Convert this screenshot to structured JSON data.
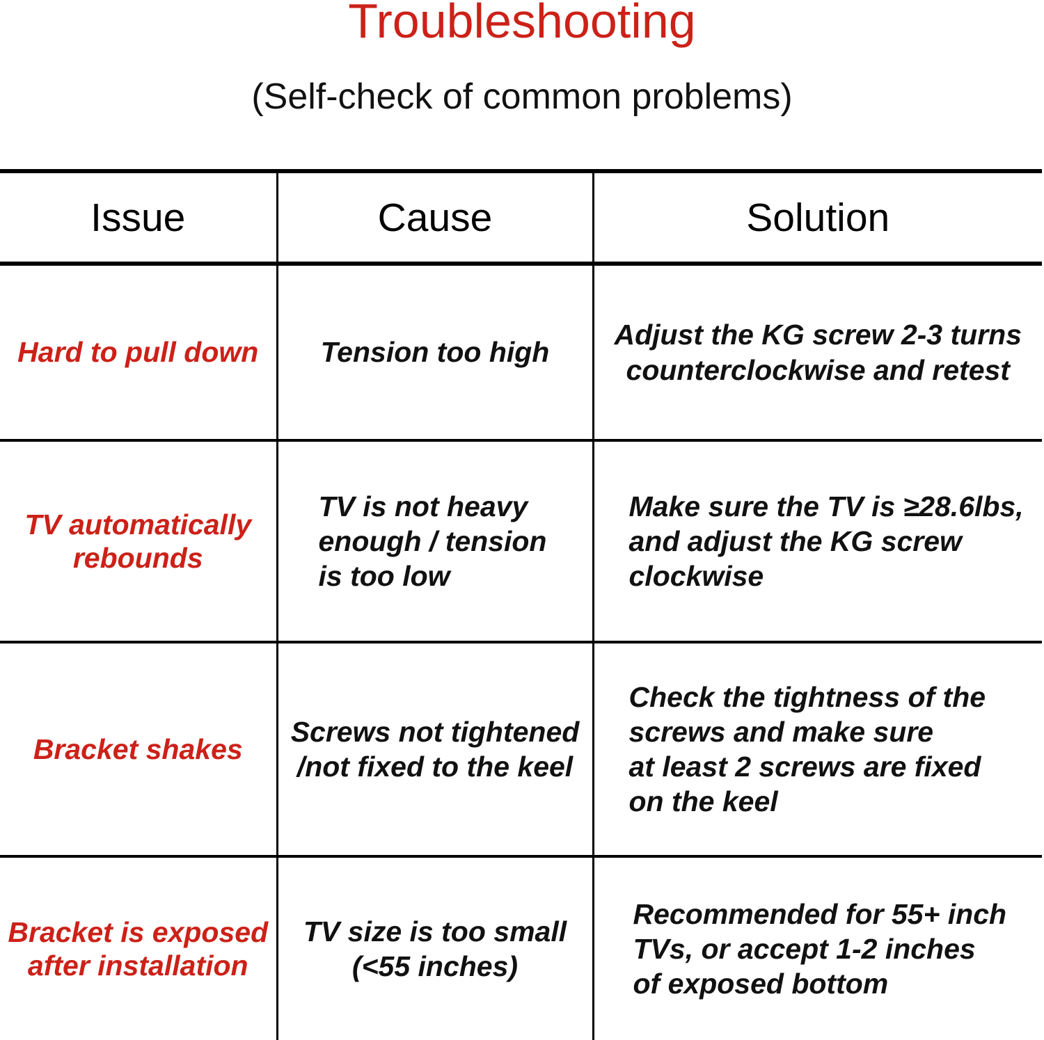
{
  "document": {
    "title": "Troubleshooting",
    "subtitle": "(Self-check of common problems)",
    "title_color": "#cc2118",
    "subtitle_color": "#111111"
  },
  "table": {
    "headers": [
      "Issue",
      "Cause",
      "Solution"
    ],
    "rows": [
      {
        "issue": "Hard to pull down",
        "issue_align": "center",
        "cause_lines": [
          "Tension too high"
        ],
        "cause_align": "center",
        "solution_lines": [
          "Adjust the KG screw 2-3 turns",
          "counterclockwise and retest"
        ],
        "solution_align": "center"
      },
      {
        "issue": "TV automatically rebounds",
        "issue_align": "center",
        "cause_lines": [
          "TV is not heavy",
          "enough / tension",
          "is too low"
        ],
        "cause_align": "left",
        "solution_lines": [
          "Make sure the TV is ≥28.6lbs,",
          "and adjust the KG screw",
          "clockwise"
        ],
        "solution_align": "left"
      },
      {
        "issue": "Bracket shakes",
        "issue_align": "center",
        "cause_lines": [
          "Screws not tightened",
          "/not fixed to the keel"
        ],
        "cause_align": "center",
        "solution_lines": [
          "Check the tightness of the",
          "screws and make sure",
          "at least 2 screws are fixed",
          "on the keel"
        ],
        "solution_align": "left"
      },
      {
        "issue": "Bracket is exposed after installation",
        "issue_align": "center",
        "cause_lines": [
          "TV size is too small",
          "(<55 inches)"
        ],
        "cause_align": "center",
        "solution_lines": [
          "Recommended for 55+ inch",
          "TVs, or accept 1-2 inches",
          "of exposed bottom"
        ],
        "solution_align": "left"
      }
    ]
  },
  "rows_flat": {
    "r1": {
      "issue": "Hard to pull down",
      "cause_l1": "Tension too high",
      "sol_l1": "Adjust the KG screw 2-3 turns",
      "sol_l2": "counterclockwise and retest"
    },
    "r2": {
      "issue_l1": "TV automatically",
      "issue_l2": "rebounds",
      "cause_l1": "TV is not heavy",
      "cause_l2": "enough / tension",
      "cause_l3": "is too low",
      "sol_l1": "Make sure the TV is ≥28.6lbs,",
      "sol_l2": "and adjust the KG screw",
      "sol_l3": "clockwise"
    },
    "r3": {
      "issue": "Bracket shakes",
      "cause_l1": "Screws not tightened",
      "cause_l2": "/not fixed to the keel",
      "sol_l1": "Check the tightness of the",
      "sol_l2": "screws and make sure",
      "sol_l3": "at least 2 screws are fixed",
      "sol_l4": "on the keel"
    },
    "r4": {
      "issue_l1": "Bracket is exposed",
      "issue_l2": "after installation",
      "cause_l1": "TV size is too small",
      "cause_l2": "(<55 inches)",
      "sol_l1": "Recommended for 55+ inch",
      "sol_l2": "TVs, or accept 1-2 inches",
      "sol_l3": "of exposed bottom"
    }
  }
}
